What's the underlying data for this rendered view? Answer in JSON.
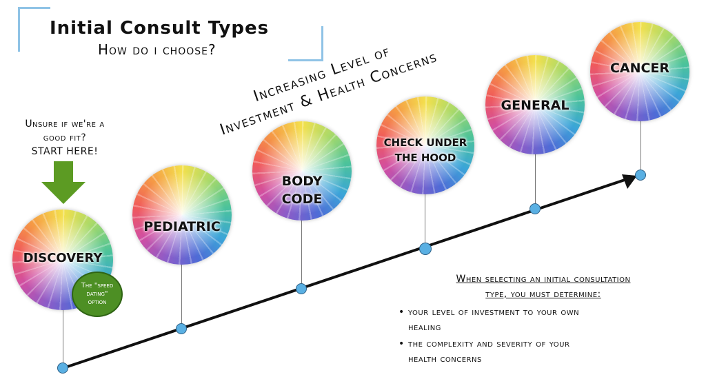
{
  "header": {
    "title": "Initial Consult Types",
    "subtitle": "How do i choose?"
  },
  "intro": {
    "line1": "Unsure if we're a",
    "line2": "good fit?",
    "line3": "START HERE!"
  },
  "diagonal": {
    "line1": "Increasing Level of",
    "line2": "Investment & Health Concerns"
  },
  "consult_types": [
    {
      "line1": "DISCOVERY",
      "line2": ""
    },
    {
      "line1": "PEDIATRIC",
      "line2": ""
    },
    {
      "line1": "BODY",
      "line2": "CODE"
    },
    {
      "line1": "CHECK UNDER",
      "line2": "THE HOOD"
    },
    {
      "line1": "GENERAL",
      "line2": ""
    },
    {
      "line1": "CANCER",
      "line2": ""
    }
  ],
  "speed_badge": {
    "line1": "The \"speed",
    "line2": "dating\"",
    "line3": "option"
  },
  "selecting": {
    "heading_line1": "When selecting an initial consultation",
    "heading_line2": "type, you must determine:",
    "bullets": [
      {
        "line1": "your level of investment to your own",
        "line2": "healing"
      },
      {
        "line1": "the complexity and severity of your",
        "line2": "health concerns"
      }
    ]
  },
  "colors": {
    "accent_blue": "#5ab0e3",
    "arrow_green": "#5c9b23",
    "badge_green": "#4d8f24",
    "bracket_blue": "#8fc3e6"
  },
  "icons": {
    "down_arrow": "down-arrow-icon",
    "timeline_arrow": "arrow-head-icon"
  }
}
